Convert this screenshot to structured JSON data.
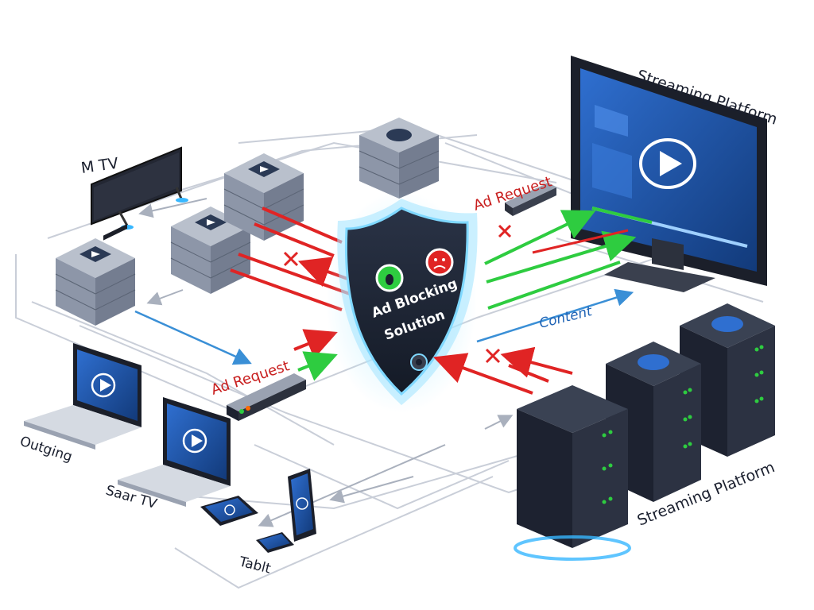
{
  "labels": {
    "streaming_platform_top": "Streaming Platform",
    "streaming_platform_bottom": "Streaming Platform",
    "tv": "M TV",
    "ad_request_top": "Ad Request",
    "ad_request_left": "Ad Request",
    "content": "Content",
    "outgoing": "Outging",
    "smart_tv": "Saar TV",
    "tablet": "Tablt"
  },
  "shield": {
    "line1": "Ad Blocking",
    "line2": "Solution"
  },
  "colors": {
    "blocked_arrow": "#e02424",
    "allowed_arrow": "#2ecc40",
    "content_arrow": "#3a8fd6",
    "shield_fill": "#1c2333",
    "shield_glow": "#7fd8ff",
    "server_light": "#8d96a8",
    "server_dark": "#1d2230"
  },
  "icons": {
    "allowed": "bug-check-icon",
    "blocked": "ad-block-icon",
    "blocked_marker": "x-mark-icon"
  }
}
